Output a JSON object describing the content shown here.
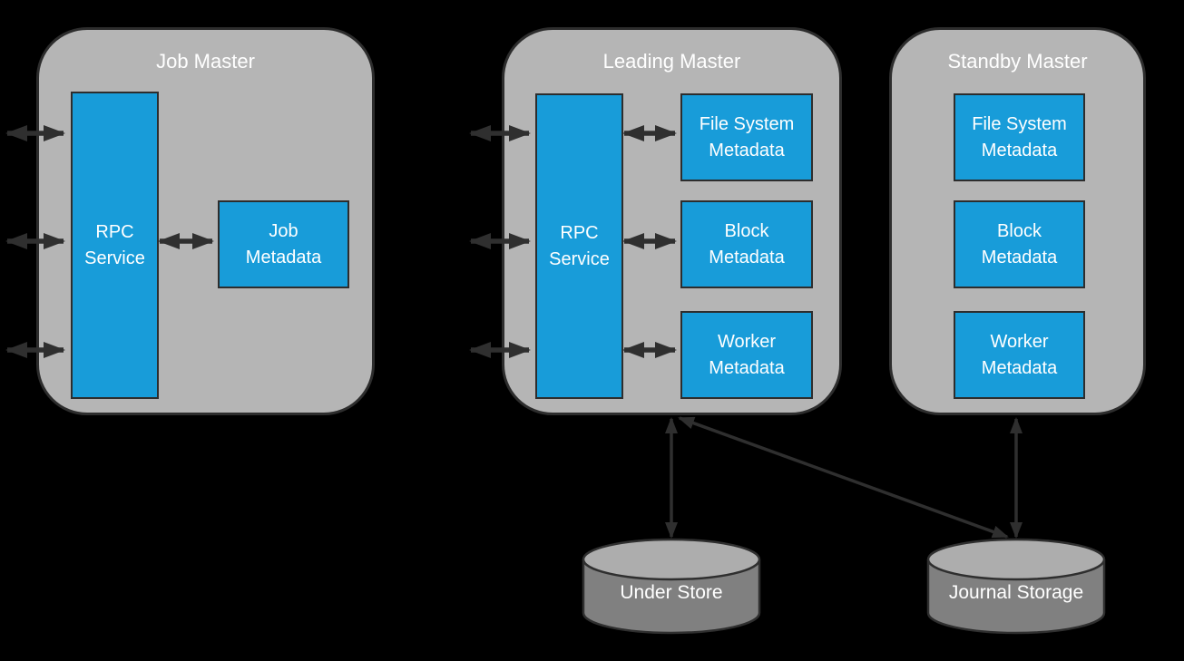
{
  "diagram": {
    "colors": {
      "background": "#000000",
      "container_fill": "#b5b5b5",
      "box_fill": "#189cd9",
      "border": "#2d2d2d",
      "arrow": "#2f2f2f",
      "cylinder_body_fill": "#808080",
      "cylinder_top_fill": "#adadad",
      "text": "#ffffff"
    },
    "containers": [
      {
        "title": "Job Master",
        "boxes": [
          {
            "label": "RPC\nService"
          },
          {
            "label": "Job\nMetadata"
          }
        ]
      },
      {
        "title": "Leading Master",
        "boxes": [
          {
            "label": "RPC\nService"
          },
          {
            "label": "File System\nMetadata"
          },
          {
            "label": "Block\nMetadata"
          },
          {
            "label": "Worker\nMetadata"
          }
        ]
      },
      {
        "title": "Standby Master",
        "boxes": [
          {
            "label": "File System\nMetadata"
          },
          {
            "label": "Block\nMetadata"
          },
          {
            "label": "Worker\nMetadata"
          }
        ]
      }
    ],
    "stores": [
      {
        "label": "Under Store"
      },
      {
        "label": "Journal Storage"
      }
    ],
    "connections": [
      {
        "from": "external-left",
        "to": "Job Master RPC Service",
        "type": "bidirectional",
        "count": 3
      },
      {
        "from": "Job Master RPC Service",
        "to": "Job Metadata",
        "type": "bidirectional"
      },
      {
        "from": "external-left",
        "to": "Leading Master RPC Service",
        "type": "bidirectional",
        "count": 3
      },
      {
        "from": "Leading Master RPC Service",
        "to": "File System Metadata",
        "type": "bidirectional"
      },
      {
        "from": "Leading Master RPC Service",
        "to": "Block Metadata",
        "type": "bidirectional"
      },
      {
        "from": "Leading Master RPC Service",
        "to": "Worker Metadata",
        "type": "bidirectional"
      },
      {
        "from": "Leading Master",
        "to": "Under Store",
        "type": "bidirectional"
      },
      {
        "from": "Leading Master",
        "to": "Journal Storage",
        "type": "bidirectional"
      },
      {
        "from": "Standby Master",
        "to": "Journal Storage",
        "type": "bidirectional"
      }
    ]
  }
}
